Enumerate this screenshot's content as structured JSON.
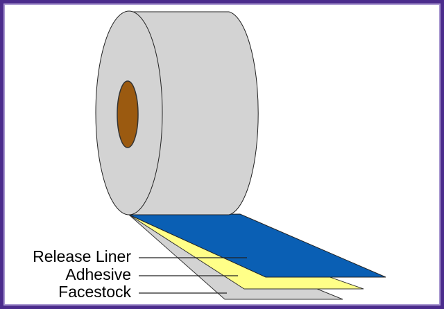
{
  "labels": {
    "release_liner": "Release Liner",
    "adhesive": "Adhesive",
    "facestock": "Facestock"
  },
  "colors": {
    "frame": "#4b2c8c",
    "roll": "#d3d3d3",
    "core": "#9b5a10",
    "release_liner": "#0a5fb4",
    "adhesive": "#ffff88",
    "facestock": "#d3d3d3"
  }
}
